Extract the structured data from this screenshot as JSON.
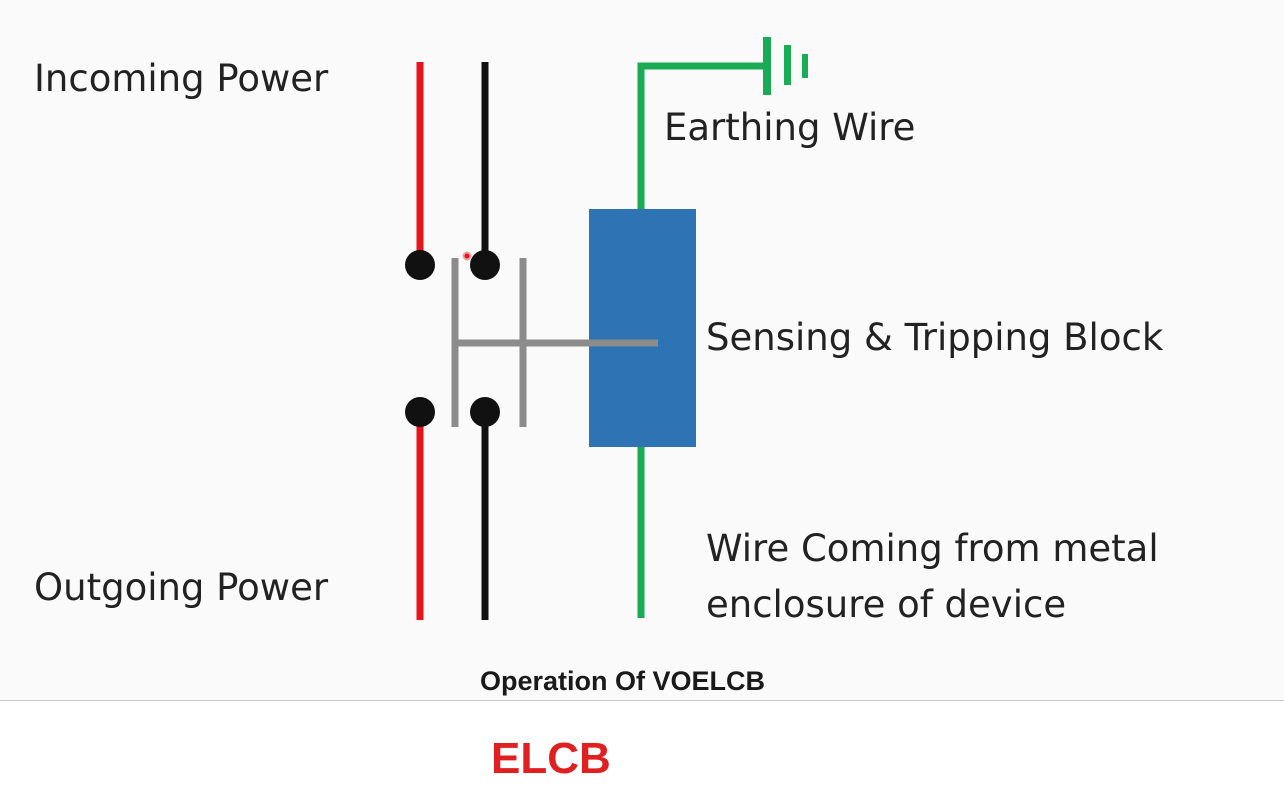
{
  "diagram": {
    "labels": {
      "incoming": "Incoming Power",
      "outgoing": "Outgoing Power",
      "earthing": "Earthing Wire",
      "sensing": "Sensing & Tripping Block",
      "wire_line1": "Wire Coming from metal",
      "wire_line2": "enclosure of device"
    },
    "caption": "Operation Of VOELCB",
    "colors": {
      "live_wire": "#e8141c",
      "neutral_wire": "#111111",
      "earth_wire": "#1aab55",
      "block_fill": "#2e74b5",
      "switch_bar": "#8c8c8c"
    }
  },
  "footer": {
    "title": "ELCB",
    "title_color": "#e02020"
  }
}
